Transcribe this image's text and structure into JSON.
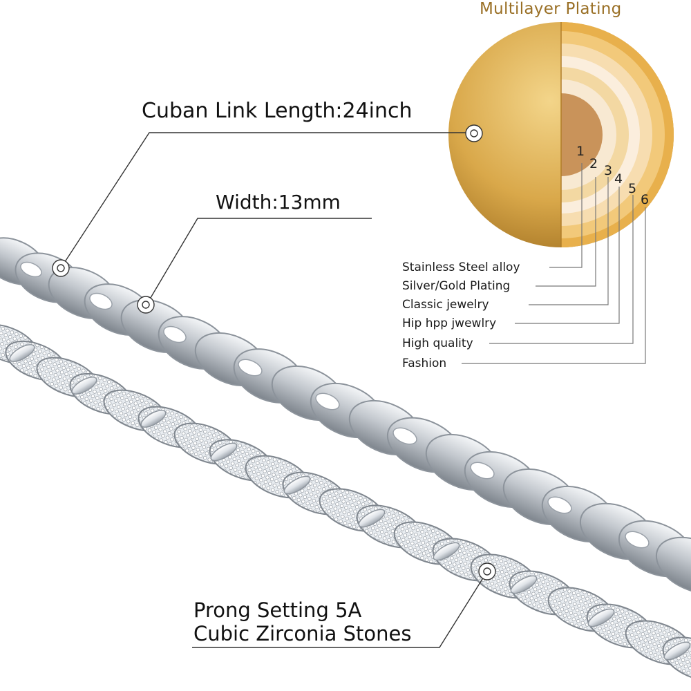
{
  "title": "Multilayer Plating",
  "length_label": "Cuban Link Length:24inch",
  "width_label": "Width:13mm",
  "layers": [
    {
      "number": "1",
      "label": "Stainless Steel alloy"
    },
    {
      "number": "2",
      "label": "Silver/Gold Plating"
    },
    {
      "number": "3",
      "label": "Classic jewelry"
    },
    {
      "number": "4",
      "label": "Hip hpp jwewlry"
    },
    {
      "number": "5",
      "label": "High quality"
    },
    {
      "number": "6",
      "label": "Fashion"
    }
  ],
  "stones_label_line1": "Prong Setting 5A",
  "stones_label_line2": "Cubic Zirconia Stones",
  "colors": {
    "gold": "#d9a84a",
    "gold_dark": "#a8761f",
    "core": "#c9935a",
    "silver": "#cfd3d8",
    "title": "#9a7026"
  }
}
